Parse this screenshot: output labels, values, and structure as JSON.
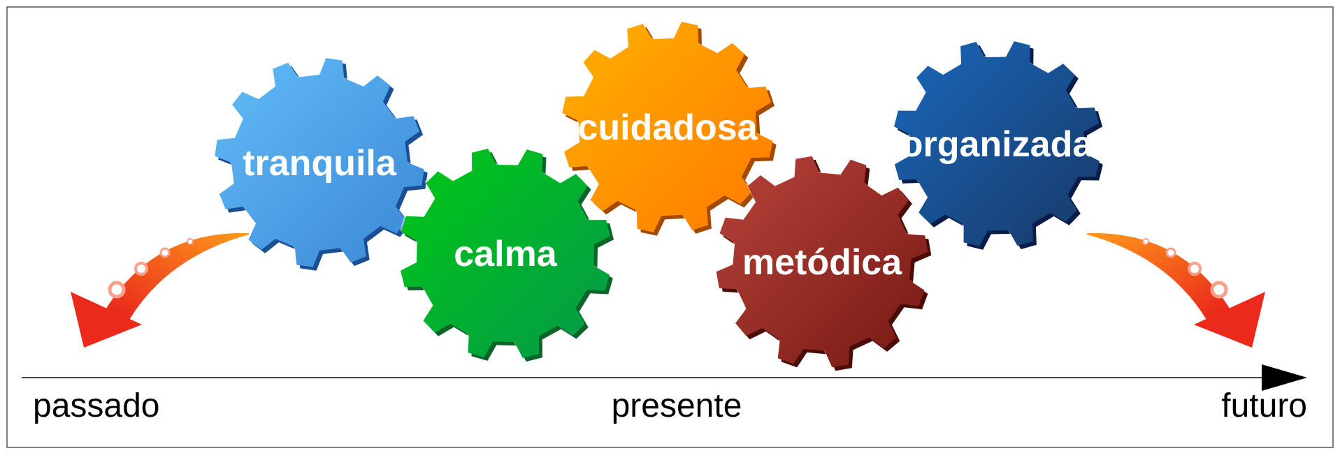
{
  "gears": [
    {
      "label": "tranquila",
      "color_light": "#62bdf8",
      "color_dark": "#3a86d4",
      "edge": "#1b4f94"
    },
    {
      "label": "calma",
      "color_light": "#00c814",
      "color_dark": "#04994a",
      "edge": "#0b6428"
    },
    {
      "label": "cuidadosa",
      "color_light": "#ffb000",
      "color_dark": "#ff7a00",
      "edge": "#a34a00"
    },
    {
      "label": "metódica",
      "color_light": "#b8443a",
      "color_dark": "#741812",
      "edge": "#4a0c08"
    },
    {
      "label": "organizada",
      "color_light": "#1a68bc",
      "color_dark": "#173866",
      "edge": "#0a1d48"
    }
  ],
  "timeline": {
    "past": "passado",
    "present": "presente",
    "future": "futuro"
  },
  "arrow_colors": {
    "start": "#ff9a1a",
    "end": "#e8201c"
  }
}
